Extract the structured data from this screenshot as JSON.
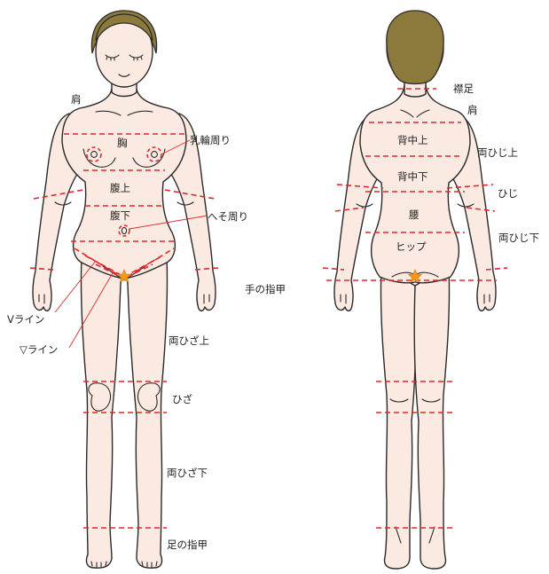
{
  "front": {
    "labels": {
      "shoulder": "肩",
      "chest": "胸",
      "areola": "乳輪周り",
      "upper_abdomen": "腹上",
      "lower_abdomen": "腹下",
      "navel": "へそ周り",
      "v_line": "Vライン",
      "triangle_line": "▽ライン",
      "fingers": "手の指甲",
      "upper_thighs": "両ひざ上",
      "knees": "ひざ",
      "lower_legs": "両ひざ下",
      "toes": "足の指甲"
    }
  },
  "back": {
    "labels": {
      "nape": "襟足",
      "shoulder": "肩",
      "upper_back": "背中上",
      "lower_back": "背中下",
      "waist": "腰",
      "hip": "ヒップ",
      "upper_arms": "両ひじ上",
      "elbows": "ひじ",
      "lower_arms": "両ひじ下"
    }
  },
  "colors": {
    "skin": "#fbeae2",
    "outline": "#2a2a2a",
    "cut_line": "#e0282c",
    "hair": "#8c7a3c",
    "marker": "#f39a1e"
  }
}
